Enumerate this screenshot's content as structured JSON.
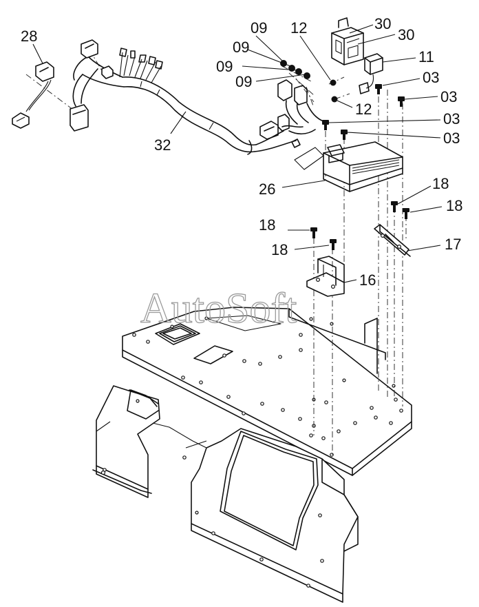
{
  "watermark": "AutoSoft",
  "callouts": {
    "p28": "28",
    "p32": "32",
    "p09a": "09",
    "p09b": "09",
    "p09c": "09",
    "p09d": "09",
    "p12a": "12",
    "p12b": "12",
    "p30a": "30",
    "p30b": "30",
    "p11": "11",
    "p03a": "03",
    "p03b": "03",
    "p03c": "03",
    "p03d": "03",
    "p26": "26",
    "p18a": "18",
    "p18b": "18",
    "p18c": "18",
    "p18d": "18",
    "p17": "17",
    "p16": "16"
  }
}
